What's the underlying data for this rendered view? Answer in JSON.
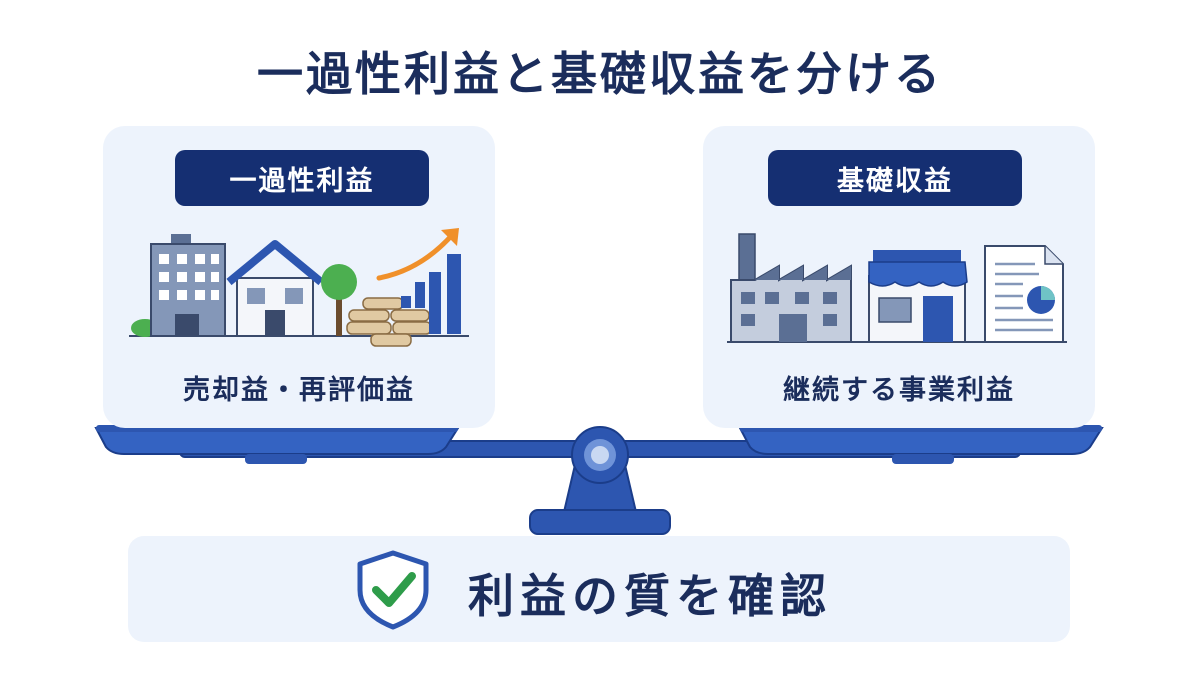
{
  "title": "一過性利益と基礎収益を分ける",
  "left_panel": {
    "label": "一過性利益",
    "caption": "売却益・再評価益",
    "icons": [
      "office-building-icon",
      "house-icon",
      "tree-icon",
      "coin-stack-icon",
      "rising-bar-chart-icon",
      "up-arrow-icon"
    ]
  },
  "right_panel": {
    "label": "基礎収益",
    "caption": "継続する事業利益",
    "icons": [
      "factory-icon",
      "storefront-icon",
      "report-document-icon",
      "pie-chart-icon"
    ]
  },
  "balance": {
    "icon": "balance-scale-icon",
    "color": "#2d56b0"
  },
  "conclusion": {
    "icon": "shield-check-icon",
    "text": "利益の質を確認",
    "check_color": "#2e9c4a"
  },
  "colors": {
    "navy": "#152f72",
    "panel_bg": "#edf3fc",
    "scale_blue": "#2d56b0",
    "arrow_orange": "#f0902a"
  }
}
